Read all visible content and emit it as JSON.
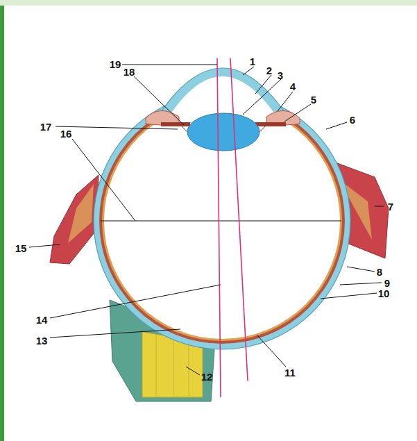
{
  "diagram": {
    "labels": [
      "1",
      "2",
      "3",
      "4",
      "5",
      "6",
      "7",
      "8",
      "9",
      "10",
      "11",
      "12",
      "13",
      "14",
      "15",
      "16",
      "17",
      "18",
      "19"
    ]
  }
}
